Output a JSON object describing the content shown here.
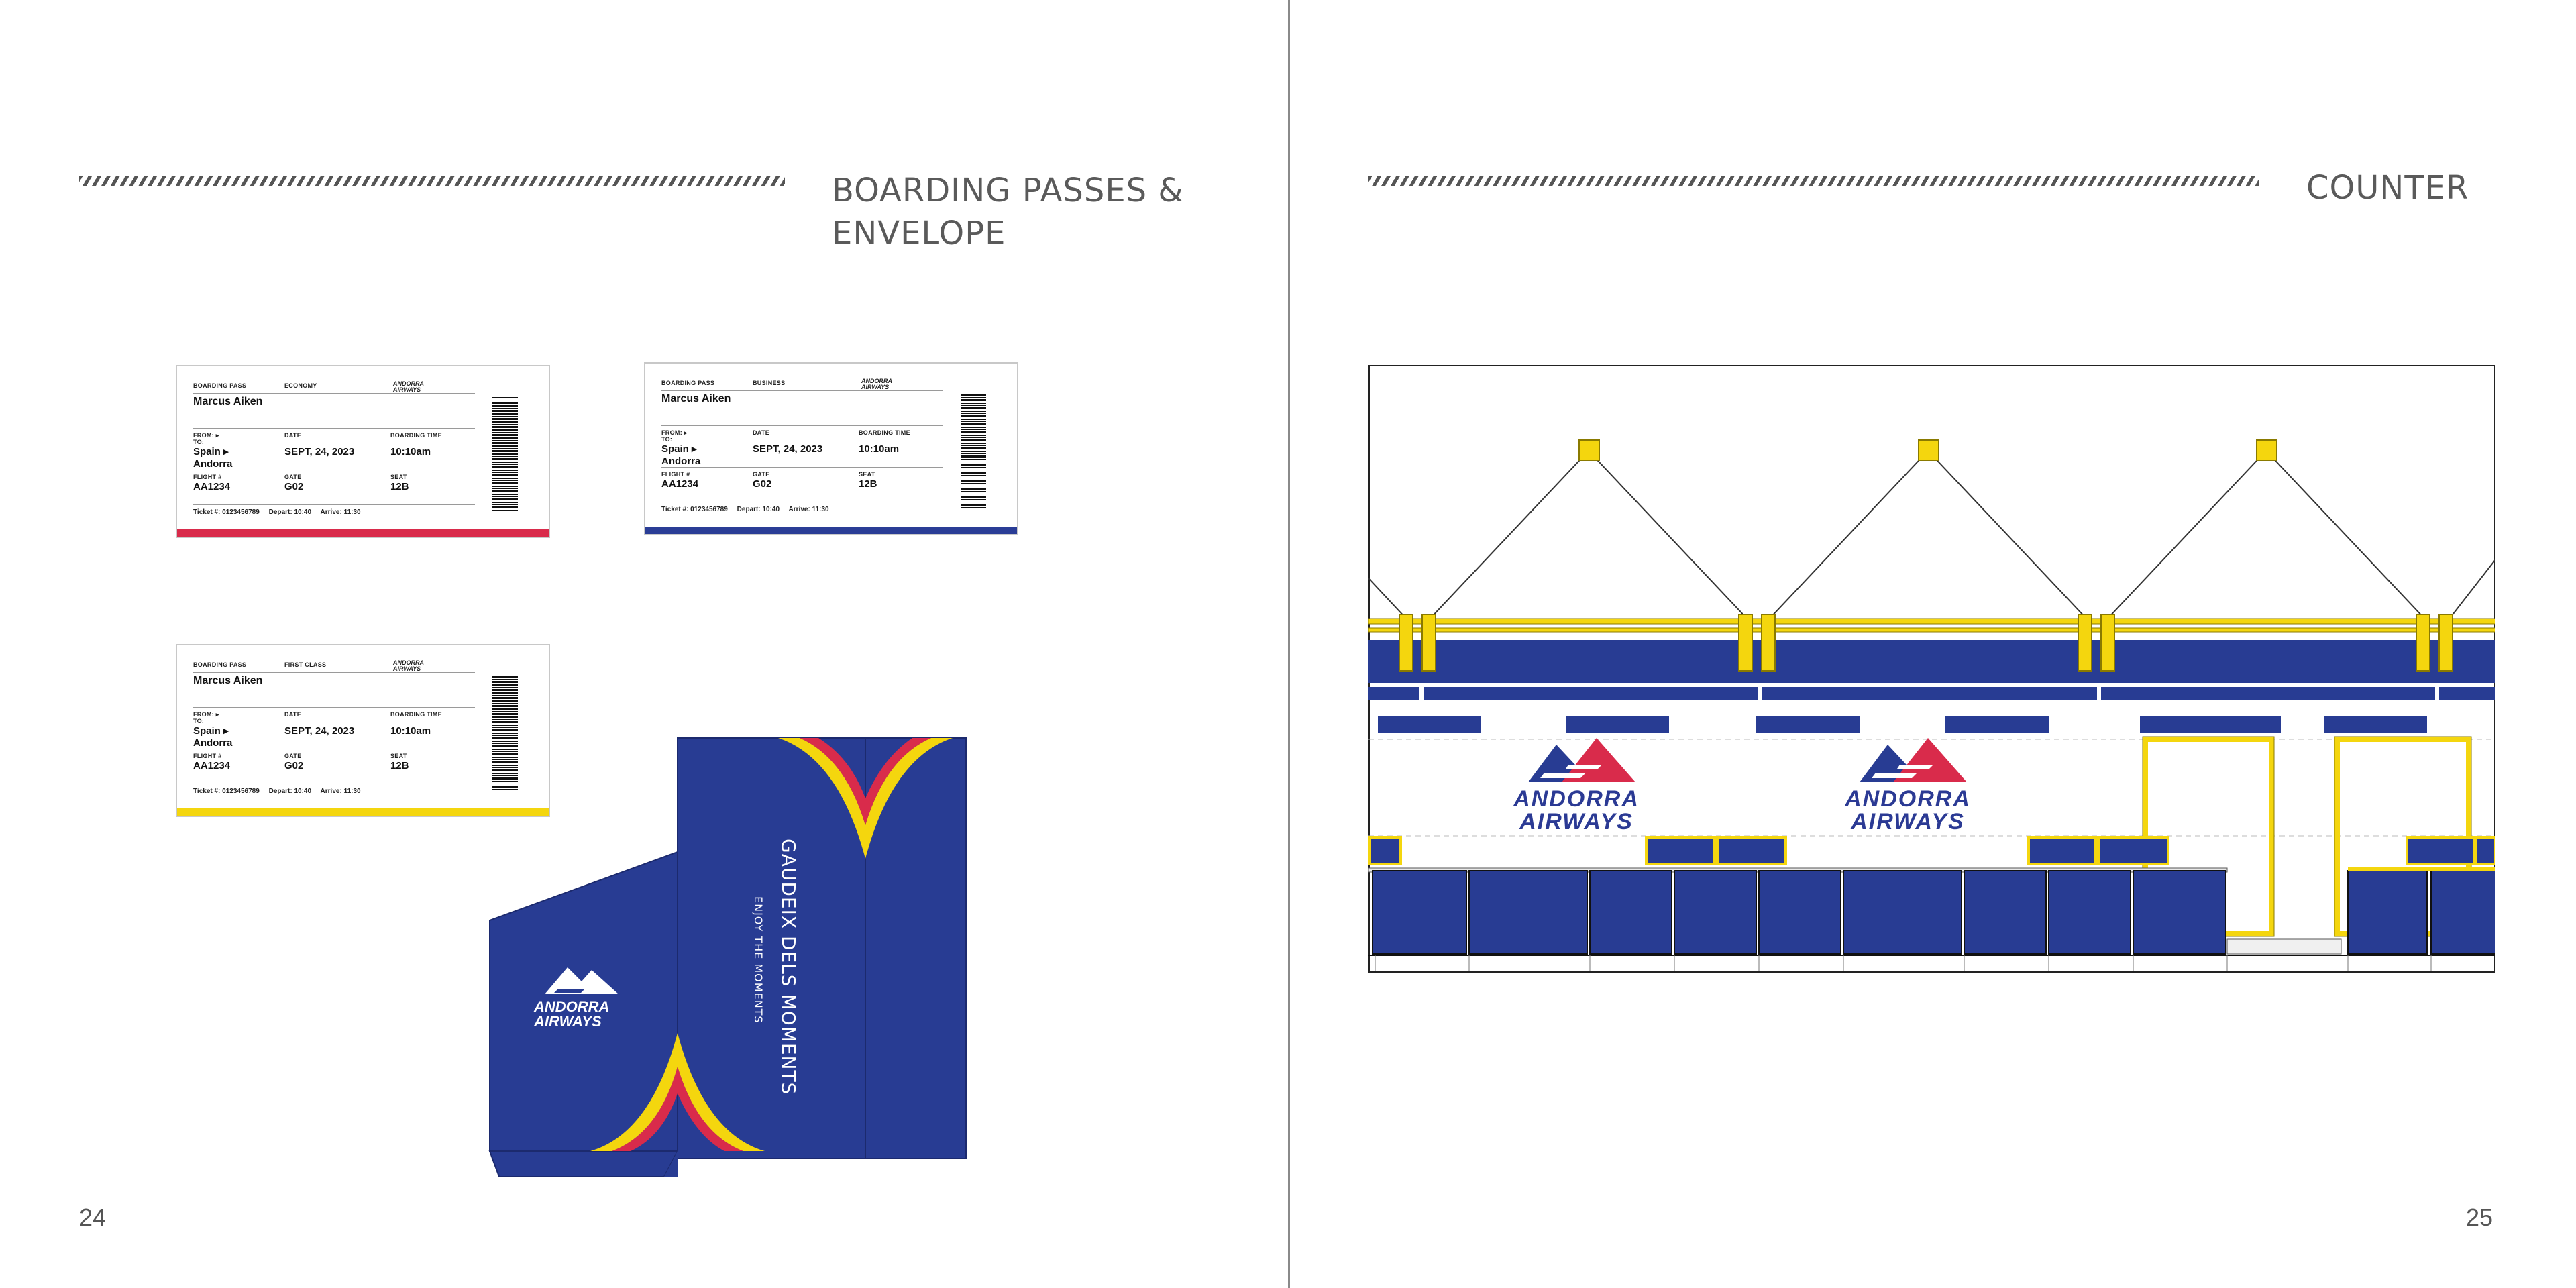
{
  "left_page": {
    "title_line1": "BOARDING PASSES &",
    "title_line2": "ENVELOPE",
    "page_number": "24"
  },
  "right_page": {
    "title": "COUNTER",
    "page_number": "25"
  },
  "passes": [
    {
      "label": "BOARDING PASS",
      "class": "ECONOMY",
      "name": "Marcus Aiken",
      "from_label": "FROM: ▸",
      "to_label": "TO:",
      "route_line1": "Spain ▸",
      "route_line2": "Andorra",
      "date_label": "DATE",
      "date": "SEPT, 24, 2023",
      "btime_label": "BOARDING TIME",
      "btime": "10:10am",
      "flight_label": "FLIGHT #",
      "flight": "AA1234",
      "gate_label": "GATE",
      "gate": "G02",
      "seat_label": "SEAT",
      "seat": "12B",
      "footer": "Ticket #: 0123456789     Depart: 10:40     Arrive: 11:30",
      "brand_line1": "ANDORRA",
      "brand_line2": "AIRWAYS",
      "stripe_color": "#d92b4b"
    },
    {
      "label": "BOARDING PASS",
      "class": "BUSINESS",
      "name": "Marcus Aiken",
      "from_label": "FROM: ▸",
      "to_label": "TO:",
      "route_line1": "Spain ▸",
      "route_line2": "Andorra",
      "date_label": "DATE",
      "date": "SEPT, 24, 2023",
      "btime_label": "BOARDING TIME",
      "btime": "10:10am",
      "flight_label": "FLIGHT #",
      "flight": "AA1234",
      "gate_label": "GATE",
      "gate": "G02",
      "seat_label": "SEAT",
      "seat": "12B",
      "footer": "Ticket #: 0123456789     Depart: 10:40     Arrive: 11:30",
      "brand_line1": "ANDORRA",
      "brand_line2": "AIRWAYS",
      "stripe_color": "#2a3d96"
    },
    {
      "label": "BOARDING PASS",
      "class": "FIRST CLASS",
      "name": "Marcus Aiken",
      "from_label": "FROM: ▸",
      "to_label": "TO:",
      "route_line1": "Spain ▸",
      "route_line2": "Andorra",
      "date_label": "DATE",
      "date": "SEPT, 24, 2023",
      "btime_label": "BOARDING TIME",
      "btime": "10:10am",
      "flight_label": "FLIGHT #",
      "flight": "AA1234",
      "gate_label": "GATE",
      "gate": "G02",
      "seat_label": "SEAT",
      "seat": "12B",
      "footer": "Ticket #: 0123456789     Depart: 10:40     Arrive: 11:30",
      "brand_line1": "ANDORRA",
      "brand_line2": "AIRWAYS",
      "stripe_color": "#f4d60e"
    }
  ],
  "envelope": {
    "slogan": "GAUDEIX DELS MOMENTS",
    "subslogan": "ENJOY THE MOMENTS",
    "logo_line1": "ANDORRA",
    "logo_line2": "AIRWAYS"
  },
  "counter": {
    "logo_line1": "ANDORRA",
    "logo_line2": "AIRWAYS"
  },
  "colors": {
    "navy": "#283c93",
    "red": "#d92b4b",
    "yellow": "#f4d60e",
    "gray_text": "#5a5a5a"
  },
  "icons": [
    "airline-mountain-logo"
  ]
}
